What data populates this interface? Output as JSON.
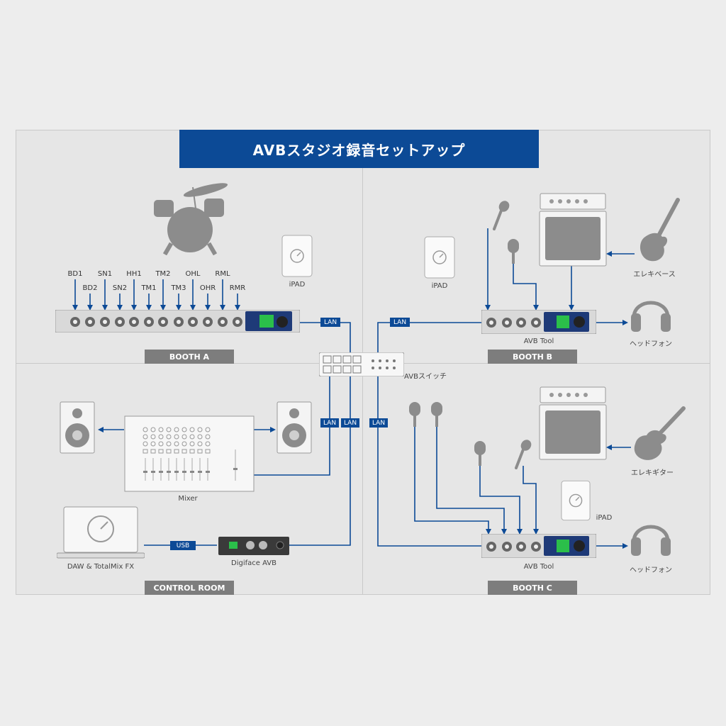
{
  "title": "AVBスタジオ録音セットアップ",
  "zones": {
    "booth_a": "BOOTH A",
    "booth_b": "BOOTH B",
    "booth_c": "BOOTH C",
    "control_room": "CONTROL ROOM"
  },
  "booth_a": {
    "channels_top": [
      "BD1",
      "SN1",
      "HH1",
      "TM2",
      "OHL",
      "RML"
    ],
    "channels_bottom": [
      "BD2",
      "SN2",
      "TM1",
      "TM3",
      "OHR",
      "RMR"
    ],
    "ipad_label": "iPAD"
  },
  "booth_b": {
    "ipad_label": "iPAD",
    "bass_label": "エレキベース",
    "device_label": "AVB Tool",
    "headphone_label": "ヘッドフォン"
  },
  "booth_c": {
    "guitar_label": "エレキギター",
    "ipad_label": "iPAD",
    "device_label": "AVB Tool",
    "headphone_label": "ヘッドフォン"
  },
  "control_room": {
    "mixer_label": "Mixer",
    "daw_label": "DAW & TotalMix FX",
    "interface_label": "Digiface AVB"
  },
  "switch_label": "AVBスイッチ",
  "tags": {
    "lan": "LAN",
    "usb": "USB"
  },
  "colors": {
    "accent": "#0c4a96",
    "label_bg": "#7d7d7d",
    "icon_gray": "#8c8c8c"
  }
}
